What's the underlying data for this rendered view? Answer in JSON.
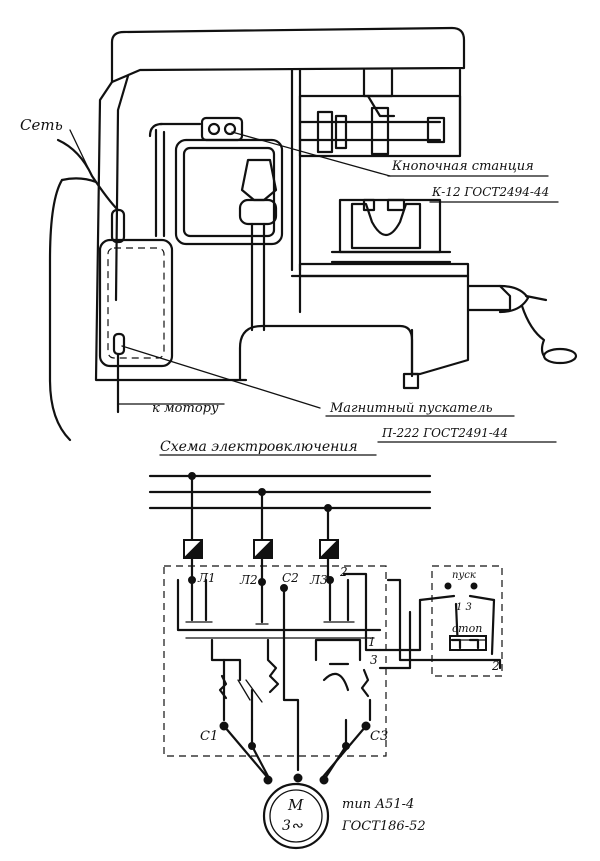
{
  "labels": {
    "network": "Сеть",
    "button_station": "Кнопочная станция",
    "button_station_spec": "К-12 ГОСТ2494-44",
    "to_motor": "к мотору",
    "magnetic_starter": "Магнитный пускатель",
    "magnetic_starter_spec": "П-222 ГОСТ2491-44",
    "scheme_title": "Схема электровключения"
  },
  "schematic": {
    "terminals": [
      "Л1",
      "Л2",
      "С2",
      "Л3",
      "2",
      "1",
      "3",
      "2"
    ],
    "stator_terminals": [
      "С1",
      "С3"
    ],
    "button_start": "пуск",
    "button_start_contacts": "1 3",
    "button_stop": "стоп",
    "motor_symbol": "М",
    "motor_phase": "3∾",
    "motor_type": "тип А51-4",
    "motor_spec": "ГОСТ186-52"
  }
}
